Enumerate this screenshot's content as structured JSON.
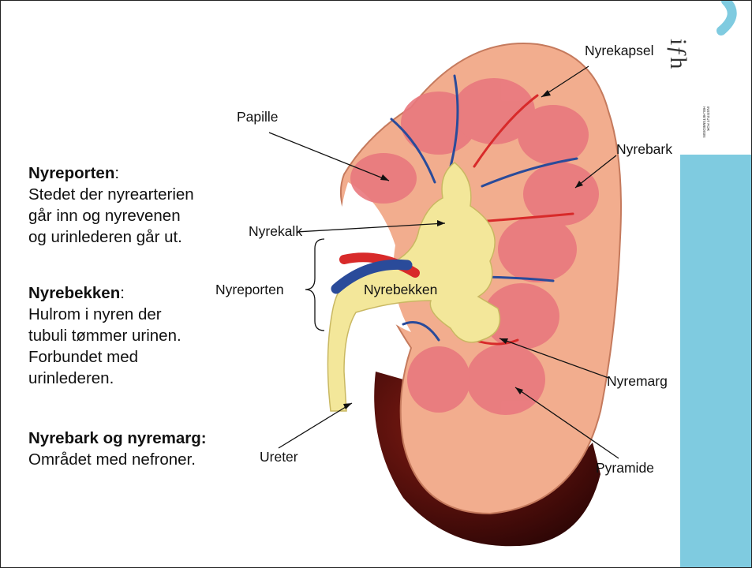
{
  "brand": {
    "logo_mark": "iƒh",
    "logo_line1": "INSTITUT FOR",
    "logo_line2": "HELHETSMEDISIN",
    "sidebar_color": "#7fcbe0"
  },
  "left_text": [
    {
      "heading": "Nyreporten",
      "sep": ":",
      "body": [
        "Stedet der nyrearterien",
        "går inn og nyrevenen",
        "og urinlederen går ut."
      ]
    },
    {
      "heading": "Nyrebekken",
      "sep": ":",
      "body": [
        "Hulrom i nyren der",
        "tubuli tømmer urinen.",
        "Forbundet med",
        "urinlederen."
      ]
    },
    {
      "heading": "Nyrebark og nyremarg:",
      "sep": "",
      "body": [
        "Området med nefroner."
      ]
    }
  ],
  "labels": {
    "nyrekapsel": "Nyrekapsel",
    "papille": "Papille",
    "nyrebark": "Nyrebark",
    "nyrekalk": "Nyrekalk",
    "nyreporten": "Nyreporten",
    "nyrebekken": "Nyrebekken",
    "nyremarg": "Nyremarg",
    "ureter": "Ureter",
    "pyramide": "Pyramide"
  },
  "colors": {
    "cortex": "#f2ad8e",
    "pyramid": "#e9787e",
    "pelvis": "#f3e79a",
    "artery": "#d82a2a",
    "vein": "#2a4b9a",
    "back": "#3d0a0a"
  }
}
